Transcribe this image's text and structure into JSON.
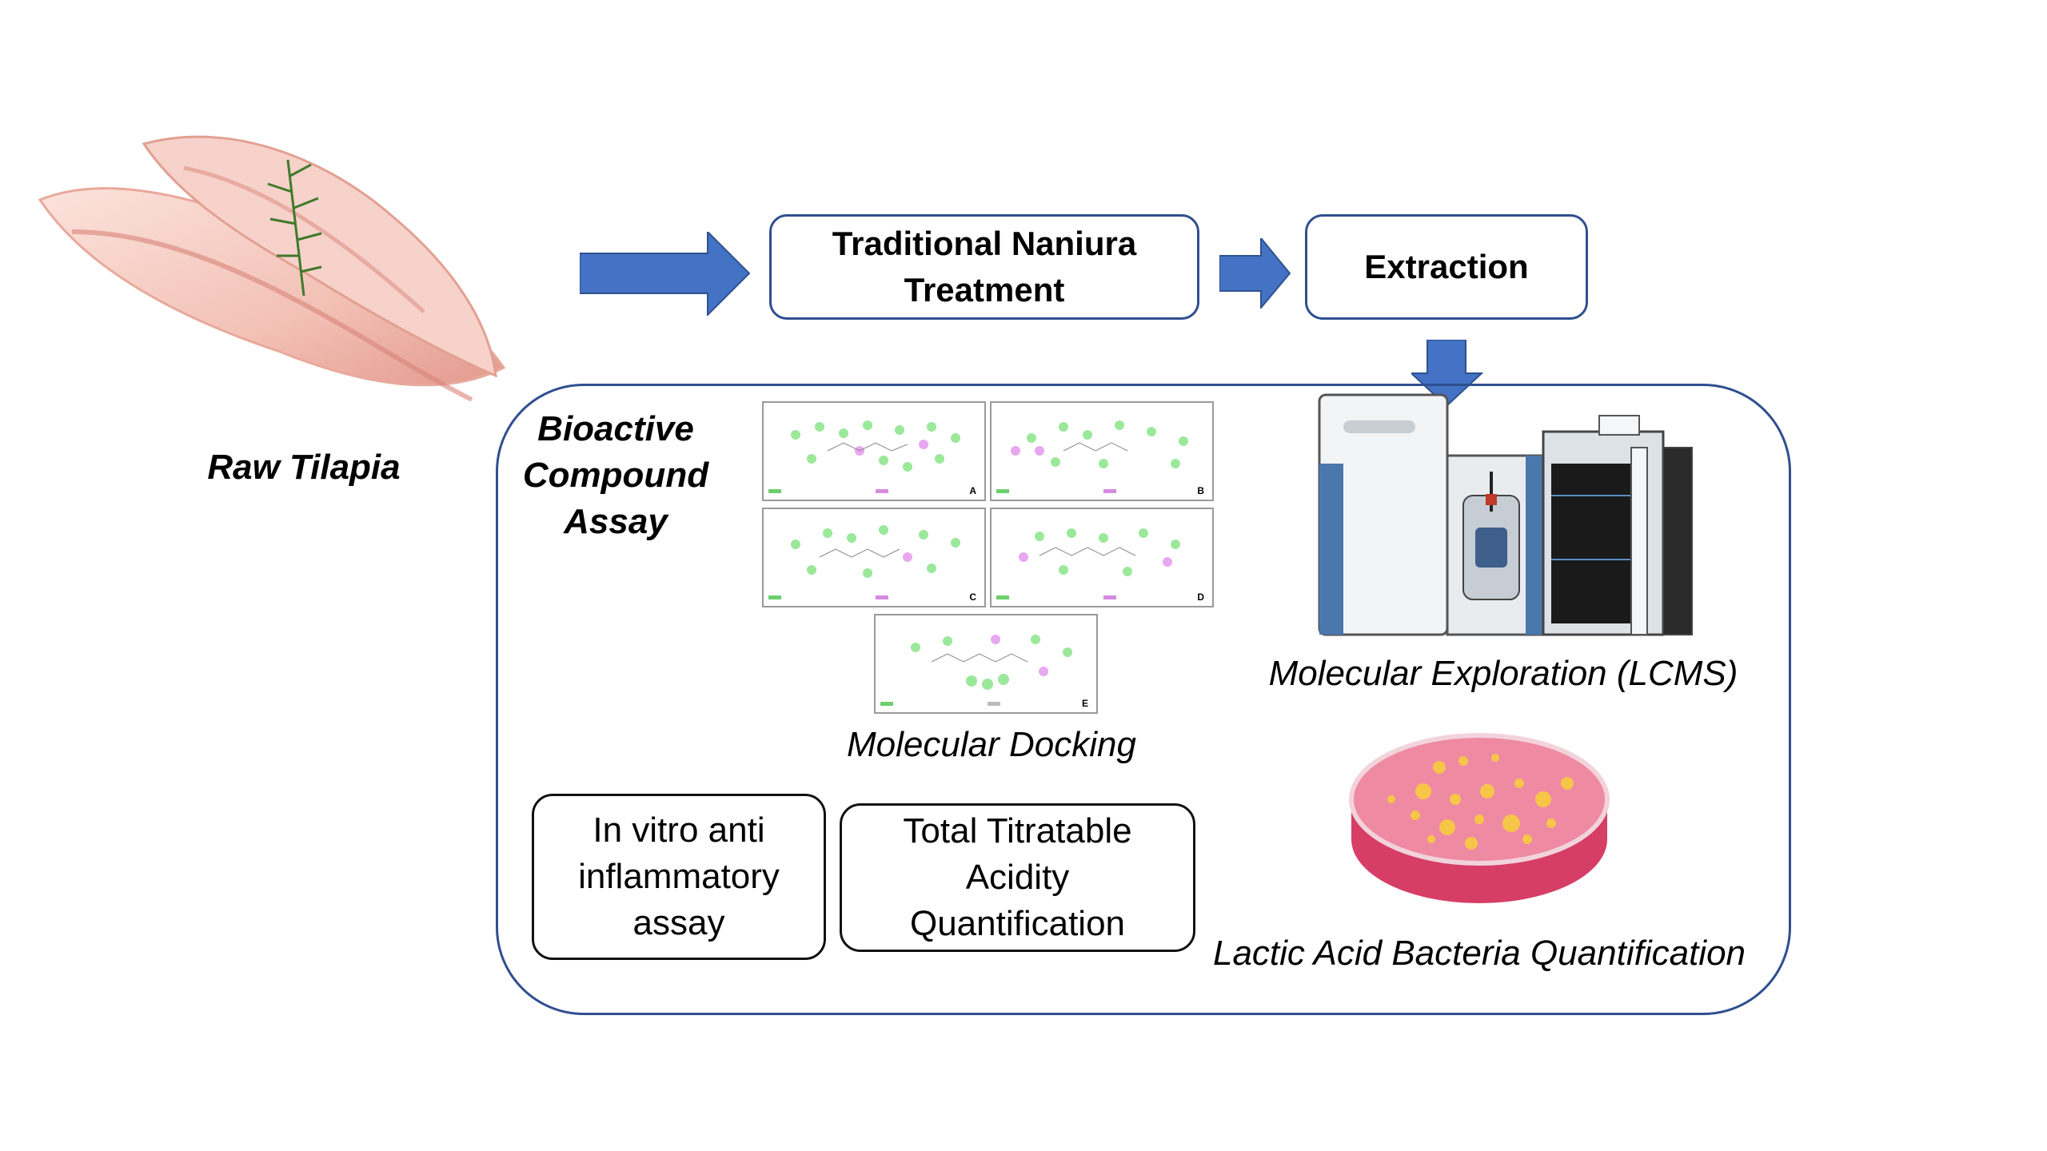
{
  "raw": {
    "label": "Raw Tilapia"
  },
  "process": {
    "step1": "Traditional Naniura\nTreatment",
    "step2": "Extraction"
  },
  "assay": {
    "title": "Bioactive\nCompound\nAssay",
    "docking_label": "Molecular Docking",
    "panels": [
      "A",
      "B",
      "C",
      "D",
      "E"
    ],
    "lcms_label": "Molecular Exploration (LCMS)",
    "box_anti": "In vitro anti\ninflammatory\nassay",
    "box_tta": "Total Titratable\nAcidity\nQuantification",
    "lab_label": "Lactic Acid Bacteria Quantification"
  },
  "colors": {
    "arrow": "#4472c4",
    "frame": "#2f4f8f",
    "dish": "#e94b77",
    "colony": "#f7c548"
  },
  "icons": [
    "fish-fillet-image",
    "lcms-instrument-icon",
    "petri-dish-icon",
    "docking-panel-image"
  ]
}
